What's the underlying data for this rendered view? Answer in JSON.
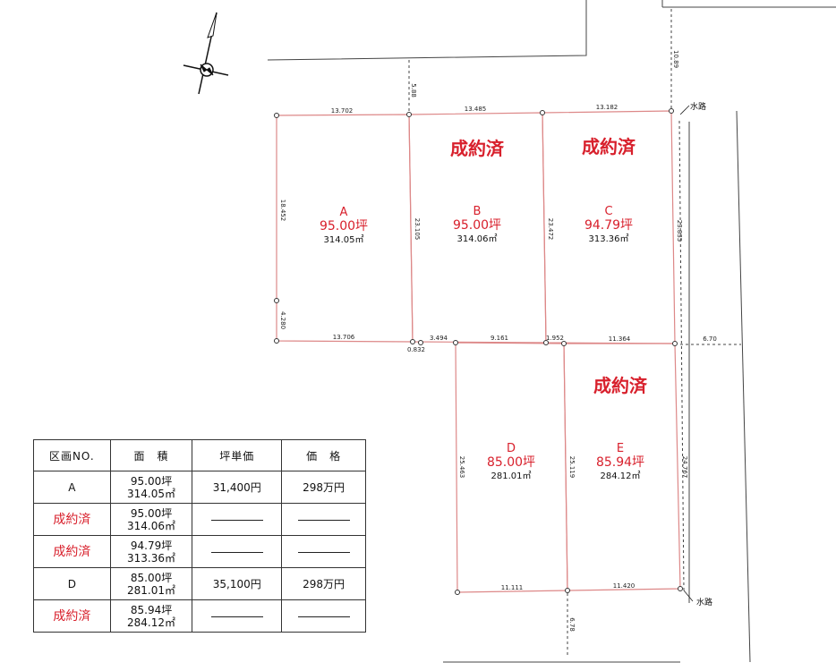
{
  "lots": [
    {
      "id": "A",
      "tsubo": "95.00坪",
      "sqm": "314.05㎡"
    },
    {
      "id": "B",
      "tsubo": "95.00坪",
      "sqm": "314.06㎡"
    },
    {
      "id": "C",
      "tsubo": "94.79坪",
      "sqm": "313.36㎡"
    },
    {
      "id": "D",
      "tsubo": "85.00坪",
      "sqm": "281.01㎡"
    },
    {
      "id": "E",
      "tsubo": "85.94坪",
      "sqm": "284.12㎡"
    }
  ],
  "sold_mark": "成約済",
  "waterway_label": "水路",
  "dimensions": {
    "a_top": "13.702",
    "b_top": "13.485",
    "c_top": "13.182",
    "a_left": "18.452",
    "a_left_lower": "4.280",
    "a_bottom": "13.706",
    "ab_side": "23.105",
    "bc_side": "23.472",
    "c_right": "23.835",
    "offset_0832": "0.832",
    "seg_3494": "3.494",
    "seg_9161": "9.161",
    "seg_1952": "1.952",
    "seg_11364": "11.364",
    "d_left": "25.463",
    "de_side": "25.119",
    "e_right": "24.767",
    "d_bottom": "11.111",
    "e_bottom": "11.420",
    "road_top": "10.89",
    "road_mid": "5.88",
    "road_right": "6.70",
    "road_bottom": "6.78"
  },
  "table": {
    "headers": [
      "区画NO.",
      "面　積",
      "坪単価",
      "価　格"
    ],
    "rows": [
      {
        "label": "A",
        "sold": false,
        "tsubo": "95.00坪",
        "sqm": "314.05㎡",
        "unit_price": "31,400円",
        "price": "298万円"
      },
      {
        "label": "成約済",
        "sold": true,
        "tsubo": "95.00坪",
        "sqm": "314.06㎡",
        "unit_price": "",
        "price": ""
      },
      {
        "label": "成約済",
        "sold": true,
        "tsubo": "94.79坪",
        "sqm": "313.36㎡",
        "unit_price": "",
        "price": ""
      },
      {
        "label": "D",
        "sold": false,
        "tsubo": "85.00坪",
        "sqm": "281.01㎡",
        "unit_price": "35,100円",
        "price": "298万円"
      },
      {
        "label": "成約済",
        "sold": true,
        "tsubo": "85.94坪",
        "sqm": "284.12㎡",
        "unit_price": "",
        "price": ""
      }
    ]
  },
  "colors": {
    "lot_line": "#d88",
    "sold_text": "#d8202c",
    "ink": "#111"
  }
}
